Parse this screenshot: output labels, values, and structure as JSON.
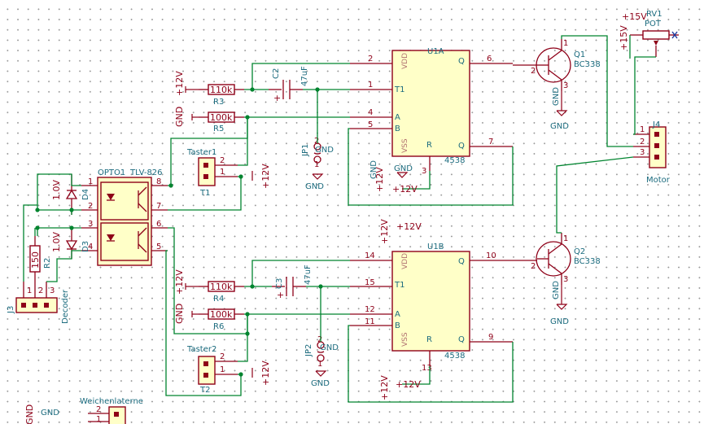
{
  "u1a": {
    "name": "U1A",
    "type": "4538",
    "pin2": "2",
    "pin1": "1",
    "pin4": "4",
    "pin5": "5",
    "pin6": "6",
    "pin7": "7",
    "pin3": "3",
    "lbl_vdd": "VDD",
    "lbl_t1": "T1",
    "lbl_a": "A",
    "lbl_b": "B",
    "lbl_vss": "VSS",
    "lbl_q": "Q",
    "lbl_qn": "Q",
    "lbl_r": "R"
  },
  "u1b": {
    "name": "U1B",
    "type": "4538",
    "pin14": "14",
    "pin15": "15",
    "pin12": "12",
    "pin11": "11",
    "pin10": "10",
    "pin9": "9",
    "pin13": "13",
    "lbl_vdd": "VDD",
    "lbl_t1": "T1",
    "lbl_a": "A",
    "lbl_b": "B",
    "lbl_vss": "VSS",
    "lbl_q": "Q",
    "lbl_qn": "Q",
    "lbl_r": "R"
  },
  "opto": {
    "name": "OPTO1",
    "value": "TLV-826",
    "p1": "1",
    "p2": "2",
    "p3": "3",
    "p4": "4",
    "p5": "5",
    "p6": "6",
    "p7": "7",
    "p8": "8"
  },
  "resistors": {
    "r1_val": "110k",
    "r1_ref": "R3",
    "r2_val": "100k",
    "r2_ref": "R5",
    "r3_val": "110k",
    "r3_ref": "R4",
    "r4_val": "100k",
    "r4_ref": "R6",
    "r5_val": "150",
    "r5_ref": "R2"
  },
  "caps": {
    "c2_ref": "C2",
    "c2_val": "47uF",
    "c3_ref": "C3",
    "c3_val": "47uF"
  },
  "transistors": {
    "q1_ref": "Q1",
    "q1_val": "BC338",
    "q2_ref": "Q2",
    "q2_val": "BC338",
    "b": "2",
    "c": "1",
    "e": "3"
  },
  "diodes": {
    "d4_ref": "D4",
    "d4_val": "1.0V",
    "d3_ref": "D3",
    "d3_val": "1.0V"
  },
  "buttons": {
    "t1_name": "Taster1",
    "t1_ref": "T1",
    "t2_name": "Taster2",
    "t2_ref": "T2"
  },
  "jumpers": {
    "jp1": "JP1",
    "jp2": "JP2"
  },
  "connectors": {
    "j4_ref": "J4",
    "j4_val": "Motor",
    "j3_ref": "J3",
    "j3_val": "Decoder",
    "j5_val": "Weichenlaterne"
  },
  "pot": {
    "ref": "RV1",
    "val": "POT"
  },
  "power": {
    "p12": "+12V",
    "p15": "+15V",
    "gnd": "GND"
  },
  "pins": {
    "n1": "1",
    "n2": "2",
    "n3": "3"
  }
}
